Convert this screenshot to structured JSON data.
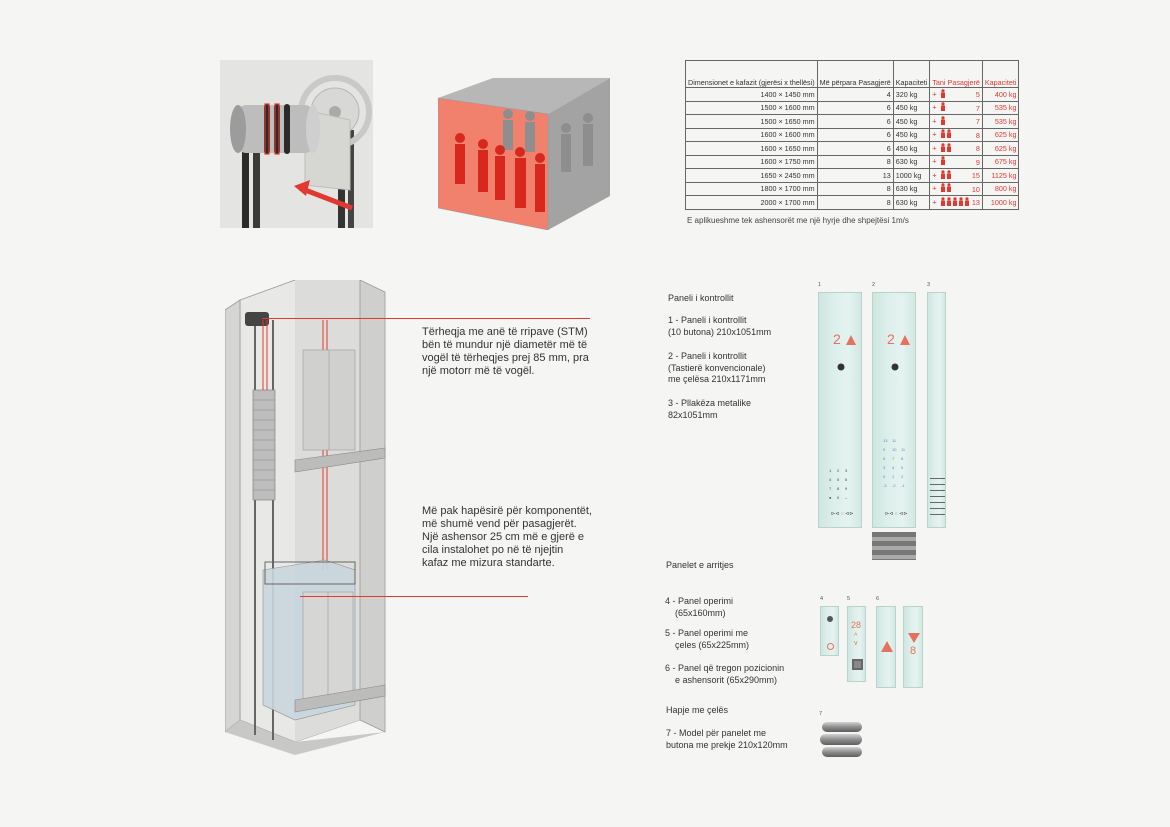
{
  "table": {
    "headers": {
      "dims": "Dimensionet e kafazit (gjerësi x thellësi)",
      "before": "Më përpara Pasagjerë",
      "capacity": "Kapaciteti",
      "now": "Tani Pasagjerë",
      "capacity_new": "Kapaciteti"
    },
    "rows": [
      {
        "dims": "1400 × 1450 mm",
        "before": "4",
        "capacity": "320 kg",
        "plus": "+",
        "people": 1,
        "now": "5",
        "capacity_new": "400 kg"
      },
      {
        "dims": "1500 × 1600 mm",
        "before": "6",
        "capacity": "450 kg",
        "plus": "+",
        "people": 1,
        "now": "7",
        "capacity_new": "535 kg"
      },
      {
        "dims": "1500 × 1650 mm",
        "before": "6",
        "capacity": "450 kg",
        "plus": "+",
        "people": 1,
        "now": "7",
        "capacity_new": "535 kg"
      },
      {
        "dims": "1600 × 1600 mm",
        "before": "6",
        "capacity": "450 kg",
        "plus": "+",
        "people": 2,
        "now": "8",
        "capacity_new": "625 kg"
      },
      {
        "dims": "1600 × 1650 mm",
        "before": "6",
        "capacity": "450 kg",
        "plus": "+",
        "people": 2,
        "now": "8",
        "capacity_new": "625 kg"
      },
      {
        "dims": "1600 × 1750 mm",
        "before": "8",
        "capacity": "630 kg",
        "plus": "+",
        "people": 1,
        "now": "9",
        "capacity_new": "675 kg"
      },
      {
        "dims": "1650 × 2450 mm",
        "before": "13",
        "capacity": "1000 kg",
        "plus": "+",
        "people": 2,
        "now": "15",
        "capacity_new": "1125 kg"
      },
      {
        "dims": "1800 × 1700 mm",
        "before": "8",
        "capacity": "630 kg",
        "plus": "+",
        "people": 2,
        "now": "10",
        "capacity_new": "800 kg"
      },
      {
        "dims": "2000 × 1700 mm",
        "before": "8",
        "capacity": "630 kg",
        "plus": "+",
        "people": 5,
        "now": "13",
        "capacity_new": "1000 kg"
      }
    ],
    "note": "E aplikueshme tek ashensorët me një hyrje dhe shpejtësi 1m/s"
  },
  "callouts": {
    "stm": "Tërheqja me anë të rripave (STM) bën të mundur një diametër më të vogël të tërheqjes prej 85 mm, pra një motorr më të vogël.",
    "space": "Më pak hapësirë për komponentët, më shumë vend për pasagjerët. Një ashensor 25 cm më e gjerë e cila instalohet po në të njejtin kafaz me mizura standarte."
  },
  "panels": {
    "title": "Paneli i kontrollit",
    "item1_a": "1 - Paneli i kontrollit",
    "item1_b": "(10 butona) 210x1051mm",
    "item2_a": "2 - Paneli i kontrollit",
    "item2_b": "(Tastierë konvencionale)",
    "item2_c": "me çelësa 210x1171mm",
    "item3_a": "3 - Pllakëza metalike",
    "item3_b": "82x1051mm",
    "arrival_title": "Panelet e arritjes",
    "item4_a": "4 - Panel operimi",
    "item4_b": "(65x160mm)",
    "item5_a": "5 - Panel operimi me",
    "item5_b": "çeles (65x225mm)",
    "item6_a": "6 - Panel që tregon pozicionin",
    "item6_b": "e ashensorit (65x290mm)",
    "key_title": "Hapje me çelës",
    "item7_a": "7 - Model për panelet me",
    "item7_b": "butona me prekje 210x120mm",
    "tags": {
      "t1": "1",
      "t2": "2",
      "t3": "3",
      "t4": "4",
      "t5": "5",
      "t6": "6",
      "t7": "7"
    },
    "floor1": "2",
    "floor2": "2",
    "floor5": "28",
    "floor6": "8"
  },
  "colors": {
    "accent": "#e03a30",
    "panel": "#dcefea"
  }
}
